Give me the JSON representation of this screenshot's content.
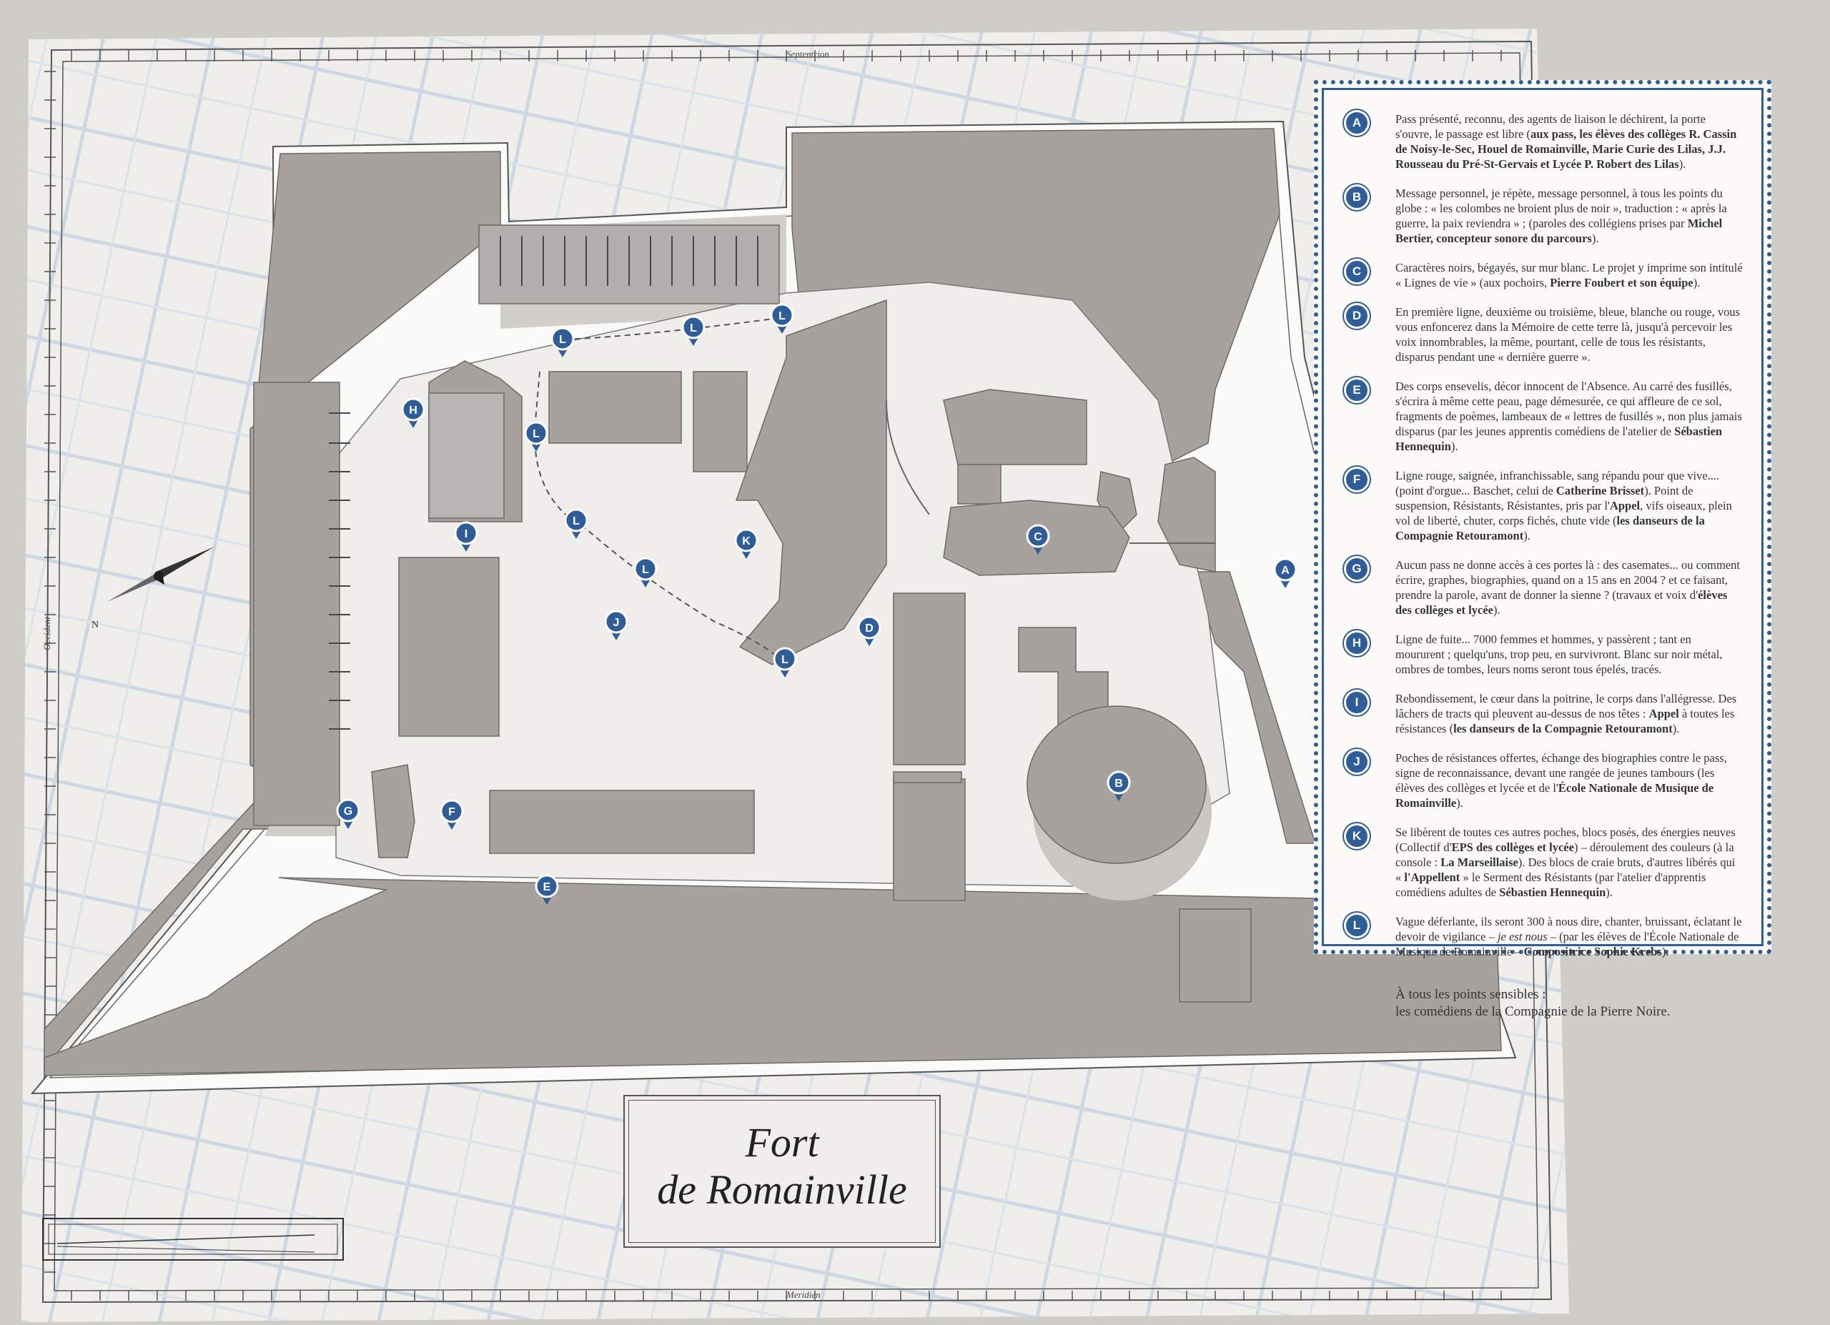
{
  "map": {
    "title_line1": "Fort",
    "title_line2": "de Romainville",
    "compass_label": "N",
    "scale_labels": {
      "top": "Septentrion",
      "bottom": "Meridien",
      "left": "Occident"
    },
    "colors": {
      "paper": "#efeeeb",
      "grid": "#c9d6e3",
      "building": "#a8a29f",
      "building_shadow": "#d2cfcb",
      "marker": "#2f5d97"
    },
    "markers": [
      {
        "letter": "A"
      },
      {
        "letter": "B"
      },
      {
        "letter": "C"
      },
      {
        "letter": "D"
      },
      {
        "letter": "E"
      },
      {
        "letter": "F"
      },
      {
        "letter": "G"
      },
      {
        "letter": "H"
      },
      {
        "letter": "I"
      },
      {
        "letter": "J"
      },
      {
        "letter": "K"
      },
      {
        "letter": "L"
      },
      {
        "letter": "L"
      },
      {
        "letter": "L"
      },
      {
        "letter": "L"
      },
      {
        "letter": "L"
      },
      {
        "letter": "L"
      },
      {
        "letter": "L"
      }
    ]
  },
  "legend": {
    "entries": [
      {
        "letter": "A",
        "parts": [
          {
            "t": "Pass présenté, reconnu, des agents de liaison le déchirent, la porte s'ouvre, le passage est libre ("
          },
          {
            "t": "aux pass, les élèves des collèges R. Cassin de Noisy-le-Sec, Houel de Romainville, Marie Curie des Lilas, J.J. Rousseau du Pré-St-Gervais et Lycée P. Robert des Lilas",
            "b": true
          },
          {
            "t": ")."
          }
        ]
      },
      {
        "letter": "B",
        "parts": [
          {
            "t": "Message personnel, je répète, message personnel, à tous les points du globe : « les colombes ne broient plus de noir », traduction : « après la guerre, la paix reviendra » ; (paroles des collégiens prises par "
          },
          {
            "t": "Michel Bertier, concepteur sonore du parcours",
            "b": true
          },
          {
            "t": ")."
          }
        ]
      },
      {
        "letter": "C",
        "parts": [
          {
            "t": "Caractères noirs, bégayés, sur mur blanc. Le projet y imprime son intitulé « Lignes de vie » (aux pochoirs, "
          },
          {
            "t": "Pierre Foubert et son équipe",
            "b": true
          },
          {
            "t": ")."
          }
        ]
      },
      {
        "letter": "D",
        "parts": [
          {
            "t": "En première ligne, deuxième ou troisième, bleue, blanche ou rouge, vous vous enfoncerez dans la Mémoire de cette terre là, jusqu'à percevoir les voix innombrables, la même, pourtant, celle de tous les résistants, disparus pendant une « dernière guerre »."
          }
        ]
      },
      {
        "letter": "E",
        "parts": [
          {
            "t": "Des corps ensevelis, décor innocent de l'Absence. Au carré des fusillés, s'écrira à même cette peau, page démesurée, ce qui affleure de ce sol, fragments de poèmes, lambeaux de « lettres de fusillés », non plus jamais disparus (par les jeunes apprentis comédiens de l'atelier de "
          },
          {
            "t": "Sébastien Hennequin",
            "b": true
          },
          {
            "t": ")."
          }
        ]
      },
      {
        "letter": "F",
        "parts": [
          {
            "t": "Ligne rouge, saignée, infranchissable, sang répandu pour que vive.... (point d'orgue... Baschet, celui de "
          },
          {
            "t": "Catherine Brisset",
            "b": true
          },
          {
            "t": "). Point de suspension, Résistants, Résistantes, pris par l'"
          },
          {
            "t": "Appel",
            "b": true
          },
          {
            "t": ", vifs oiseaux, plein vol de liberté, chuter, corps fichés, chute vide ("
          },
          {
            "t": "les danseurs de la Compagnie Retouramont",
            "b": true
          },
          {
            "t": ")."
          }
        ]
      },
      {
        "letter": "G",
        "parts": [
          {
            "t": "Aucun pass ne donne accès à ces portes là : des casemates... ou comment écrire, graphes, biographies, quand on a 15 ans en 2004 ? et ce faisant, prendre la parole, avant de donner la sienne ? (travaux et voix d'"
          },
          {
            "t": "élèves des collèges et lycée",
            "b": true
          },
          {
            "t": ")."
          }
        ]
      },
      {
        "letter": "H",
        "parts": [
          {
            "t": "Ligne de fuite... 7000 femmes et hommes, y passèrent ; tant en moururent ; quelqu'uns, trop peu, en survivront. Blanc sur noir métal, ombres de tombes, leurs noms seront tous épelés, tracés."
          }
        ]
      },
      {
        "letter": "I",
        "parts": [
          {
            "t": "Rebondissement, le cœur dans la poitrine, le corps dans l'allégresse. Des lâchers de tracts qui pleuvent au-dessus de nos têtes : "
          },
          {
            "t": "Appel",
            "b": true
          },
          {
            "t": " à toutes les résistances ("
          },
          {
            "t": "les danseurs de la Compagnie Retouramont",
            "b": true
          },
          {
            "t": ")."
          }
        ]
      },
      {
        "letter": "J",
        "parts": [
          {
            "t": "Poches de résistances offertes, échange des biographies contre le pass, signe de reconnaissance, devant une rangée de jeunes tambours (les élèves des collèges et lycée et de l'"
          },
          {
            "t": "École Nationale de Musique de Romainville",
            "b": true
          },
          {
            "t": ")."
          }
        ]
      },
      {
        "letter": "K",
        "parts": [
          {
            "t": "Se libèrent de toutes ces autres poches, blocs posés, des énergies neuves (Collectif d'"
          },
          {
            "t": "EPS des collèges et lycée",
            "b": true
          },
          {
            "t": ") – déroulement des couleurs (à la console : "
          },
          {
            "t": "La Marseillaise",
            "b": true
          },
          {
            "t": "). Des blocs de craie bruts, d'autres libérés qui « "
          },
          {
            "t": "l'Appellent",
            "b": true
          },
          {
            "t": " » le Serment des Résistants (par l'atelier d'apprentis comédiens adultes de "
          },
          {
            "t": "Sébastien Hennequin",
            "b": true
          },
          {
            "t": ")."
          }
        ]
      },
      {
        "letter": "L",
        "parts": [
          {
            "t": "Vague déferlante, ils seront 300 à nous dire, chanter, bruissant, éclatant le devoir de vigilance – "
          },
          {
            "t": "je est nous",
            "i": true
          },
          {
            "t": " – (par les élèves de l'École Nationale de Musique de Romainville – "
          },
          {
            "t": "Compositrice Sophie Krebs",
            "b": true
          },
          {
            "t": ")."
          }
        ]
      }
    ],
    "footer_line1": "À tous les points sensibles :",
    "footer_line2": "les comédiens de la Compagnie de la Pierre Noire."
  }
}
